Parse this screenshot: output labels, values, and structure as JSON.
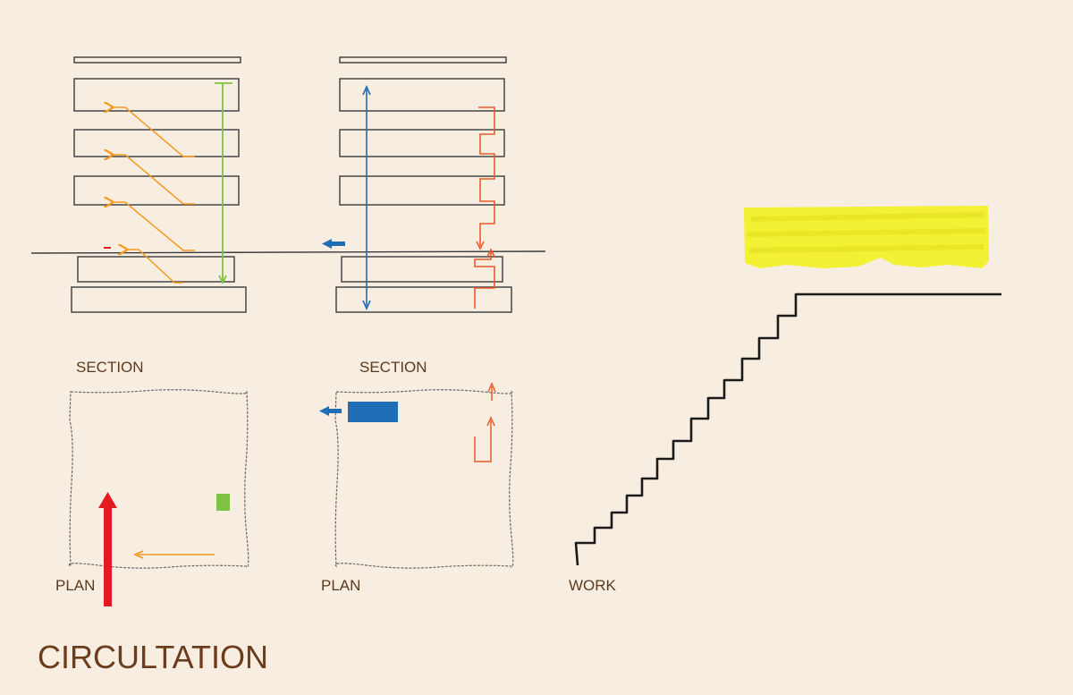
{
  "labels": {
    "section_left": "SECTION",
    "section_right": "SECTION",
    "plan_left": "PLAN",
    "plan_right": "PLAN",
    "work": "WORK",
    "title": "CIRCULTATION"
  },
  "colors": {
    "background": "#f7eee1",
    "line": "#2b2b2b",
    "escalator_orange": "#f39a1e",
    "elevator_green": "#7cc243",
    "elevator_blue": "#1f6db5",
    "stair_red_orange": "#ea5a2a",
    "entry_red": "#e21b23",
    "highlight_yellow": "#f2f02a",
    "title_brown": "#6b3d1c"
  }
}
